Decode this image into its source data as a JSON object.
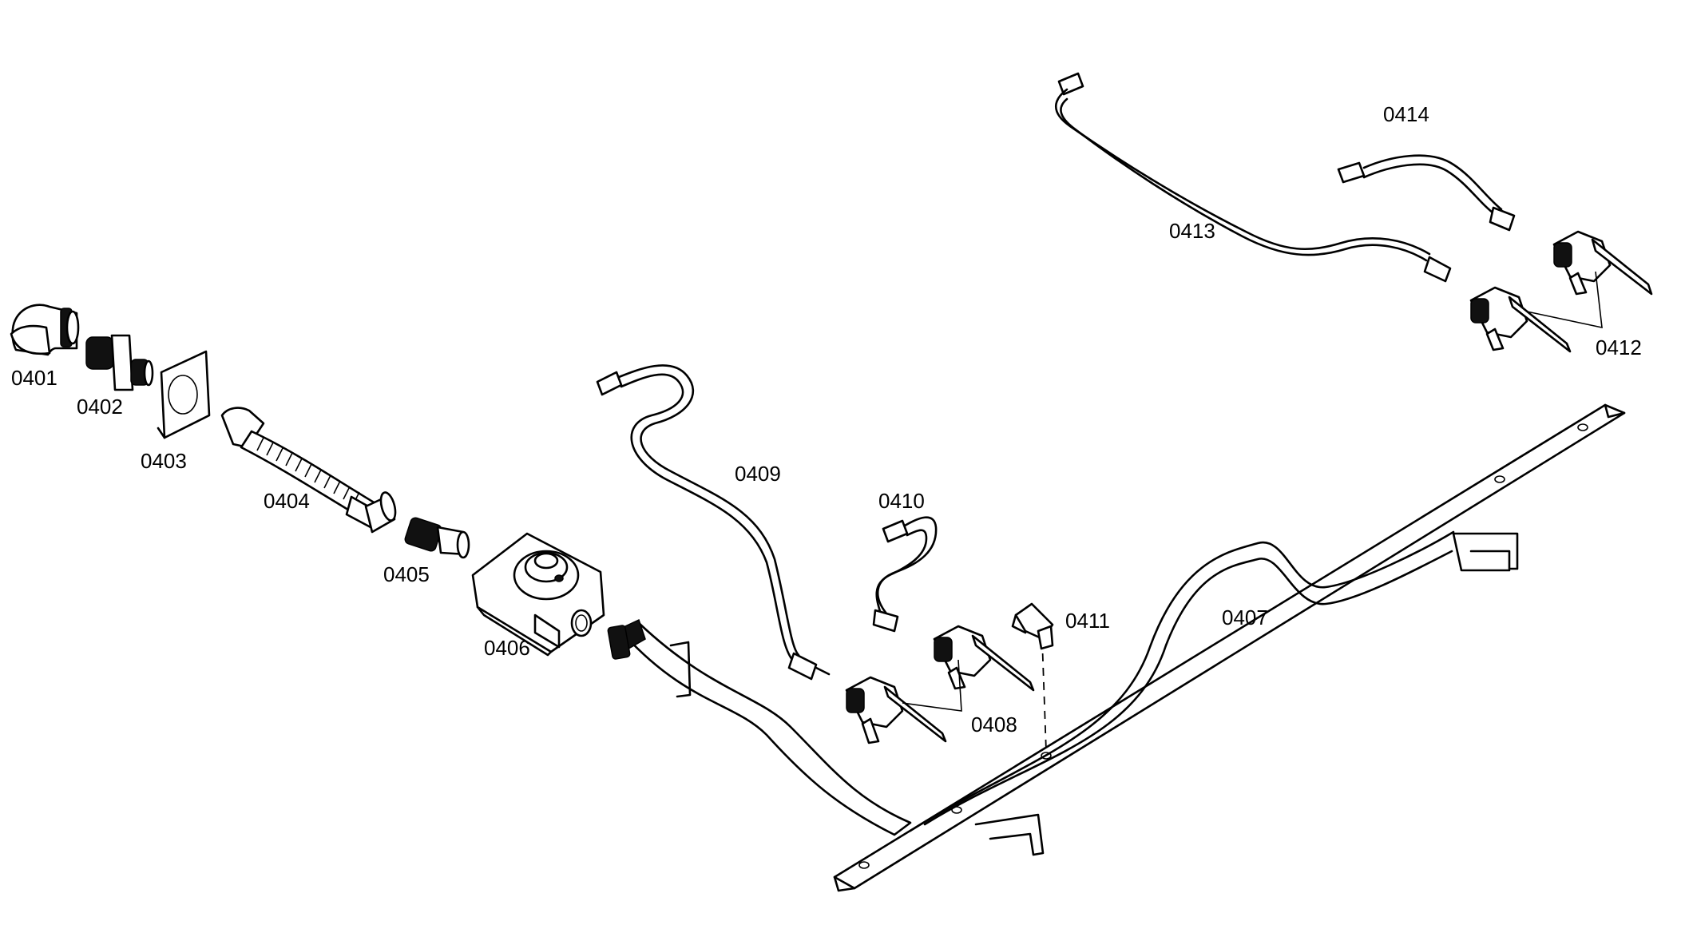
{
  "parts": [
    {
      "id": "0401",
      "icon": "elbow-fitting-icon"
    },
    {
      "id": "0402",
      "icon": "union-fitting-icon"
    },
    {
      "id": "0403",
      "icon": "mounting-bracket-icon"
    },
    {
      "id": "0404",
      "icon": "flexible-hose-icon"
    },
    {
      "id": "0405",
      "icon": "adapter-fitting-icon"
    },
    {
      "id": "0406",
      "icon": "pressure-regulator-icon"
    },
    {
      "id": "0407",
      "icon": "gas-manifold-pipe-icon"
    },
    {
      "id": "0408",
      "icon": "gas-valve-icon"
    },
    {
      "id": "0409",
      "icon": "gas-tube-icon"
    },
    {
      "id": "0410",
      "icon": "gas-tube-icon"
    },
    {
      "id": "0411",
      "icon": "elbow-connector-icon"
    },
    {
      "id": "0412",
      "icon": "gas-valve-icon"
    },
    {
      "id": "0413",
      "icon": "gas-tube-icon"
    },
    {
      "id": "0414",
      "icon": "gas-tube-icon"
    }
  ],
  "colors": {
    "line": "#000000",
    "background": "#ffffff"
  }
}
